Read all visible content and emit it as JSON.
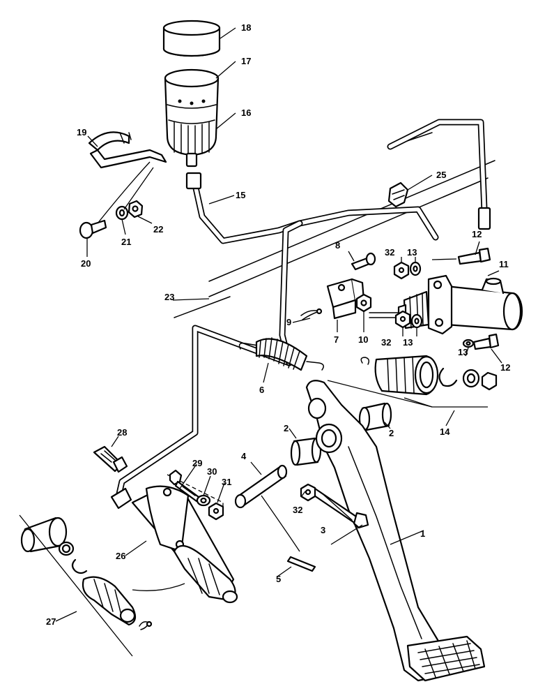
{
  "diagram": {
    "labels": {
      "p1": "1",
      "p2a": "2",
      "p2b": "2",
      "p3": "3",
      "p4": "4",
      "p5": "5",
      "p6": "6",
      "p7": "7",
      "p8": "8",
      "p9": "9",
      "p10": "10",
      "p11": "11",
      "p12a": "12",
      "p12b": "12",
      "p13a": "13",
      "p13b": "13",
      "p13c": "13",
      "p14": "14",
      "p15": "15",
      "p16": "16",
      "p17": "17",
      "p18": "18",
      "p19": "19",
      "p20": "20",
      "p21": "21",
      "p22": "22",
      "p23": "23",
      "p25": "25",
      "p26": "26",
      "p27": "27",
      "p28": "28",
      "p29": "29",
      "p30": "30",
      "p31": "31",
      "p32a": "32",
      "p32b": "32",
      "p32c": "32"
    }
  }
}
